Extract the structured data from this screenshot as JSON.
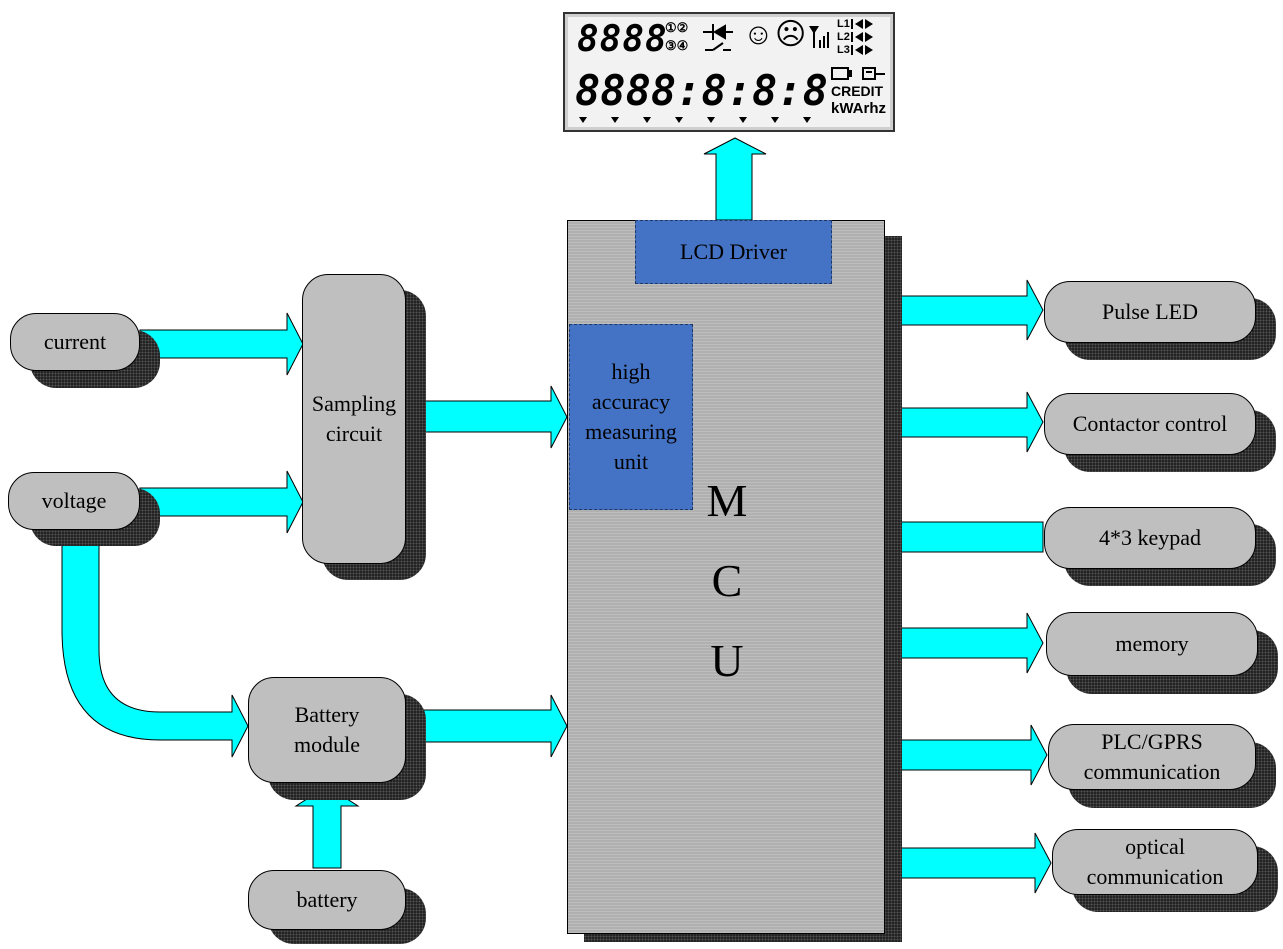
{
  "nodes": {
    "current": "current",
    "voltage": "voltage",
    "sampling_line1": "Sampling",
    "sampling_line2": "circuit",
    "battery_module_line1": "Battery",
    "battery_module_line2": "module",
    "battery": "battery",
    "pulse_led": "Pulse LED",
    "contactor": "Contactor control",
    "keypad": "4*3 keypad",
    "memory": "memory",
    "plc_line1": "PLC/GPRS",
    "plc_line2": "communication",
    "optical_line1": "optical",
    "optical_line2": "communication"
  },
  "mcu": {
    "letter_m": "M",
    "letter_c": "C",
    "letter_u": "U",
    "lcd_driver": "LCD Driver",
    "measuring_line1": "high",
    "measuring_line2": "accuracy",
    "measuring_line3": "measuring",
    "measuring_line4": "unit"
  },
  "lcd": {
    "digits_top": "8888",
    "digits_main": "8888:8:8:8",
    "circles_top": "①②",
    "circles_bottom": "③④",
    "happy_icon": "☺",
    "sad_icon": "☹",
    "phase_l1": "L1",
    "phase_l2": "L2",
    "phase_l3": "L3",
    "credit": "CREDIT",
    "units": "kWArhz"
  },
  "colors": {
    "arrow_fill": "#00ffff",
    "box_fill": "#bfbfbf",
    "mcu_fill": "#b0b0b0",
    "unit_fill": "#4472c4"
  }
}
